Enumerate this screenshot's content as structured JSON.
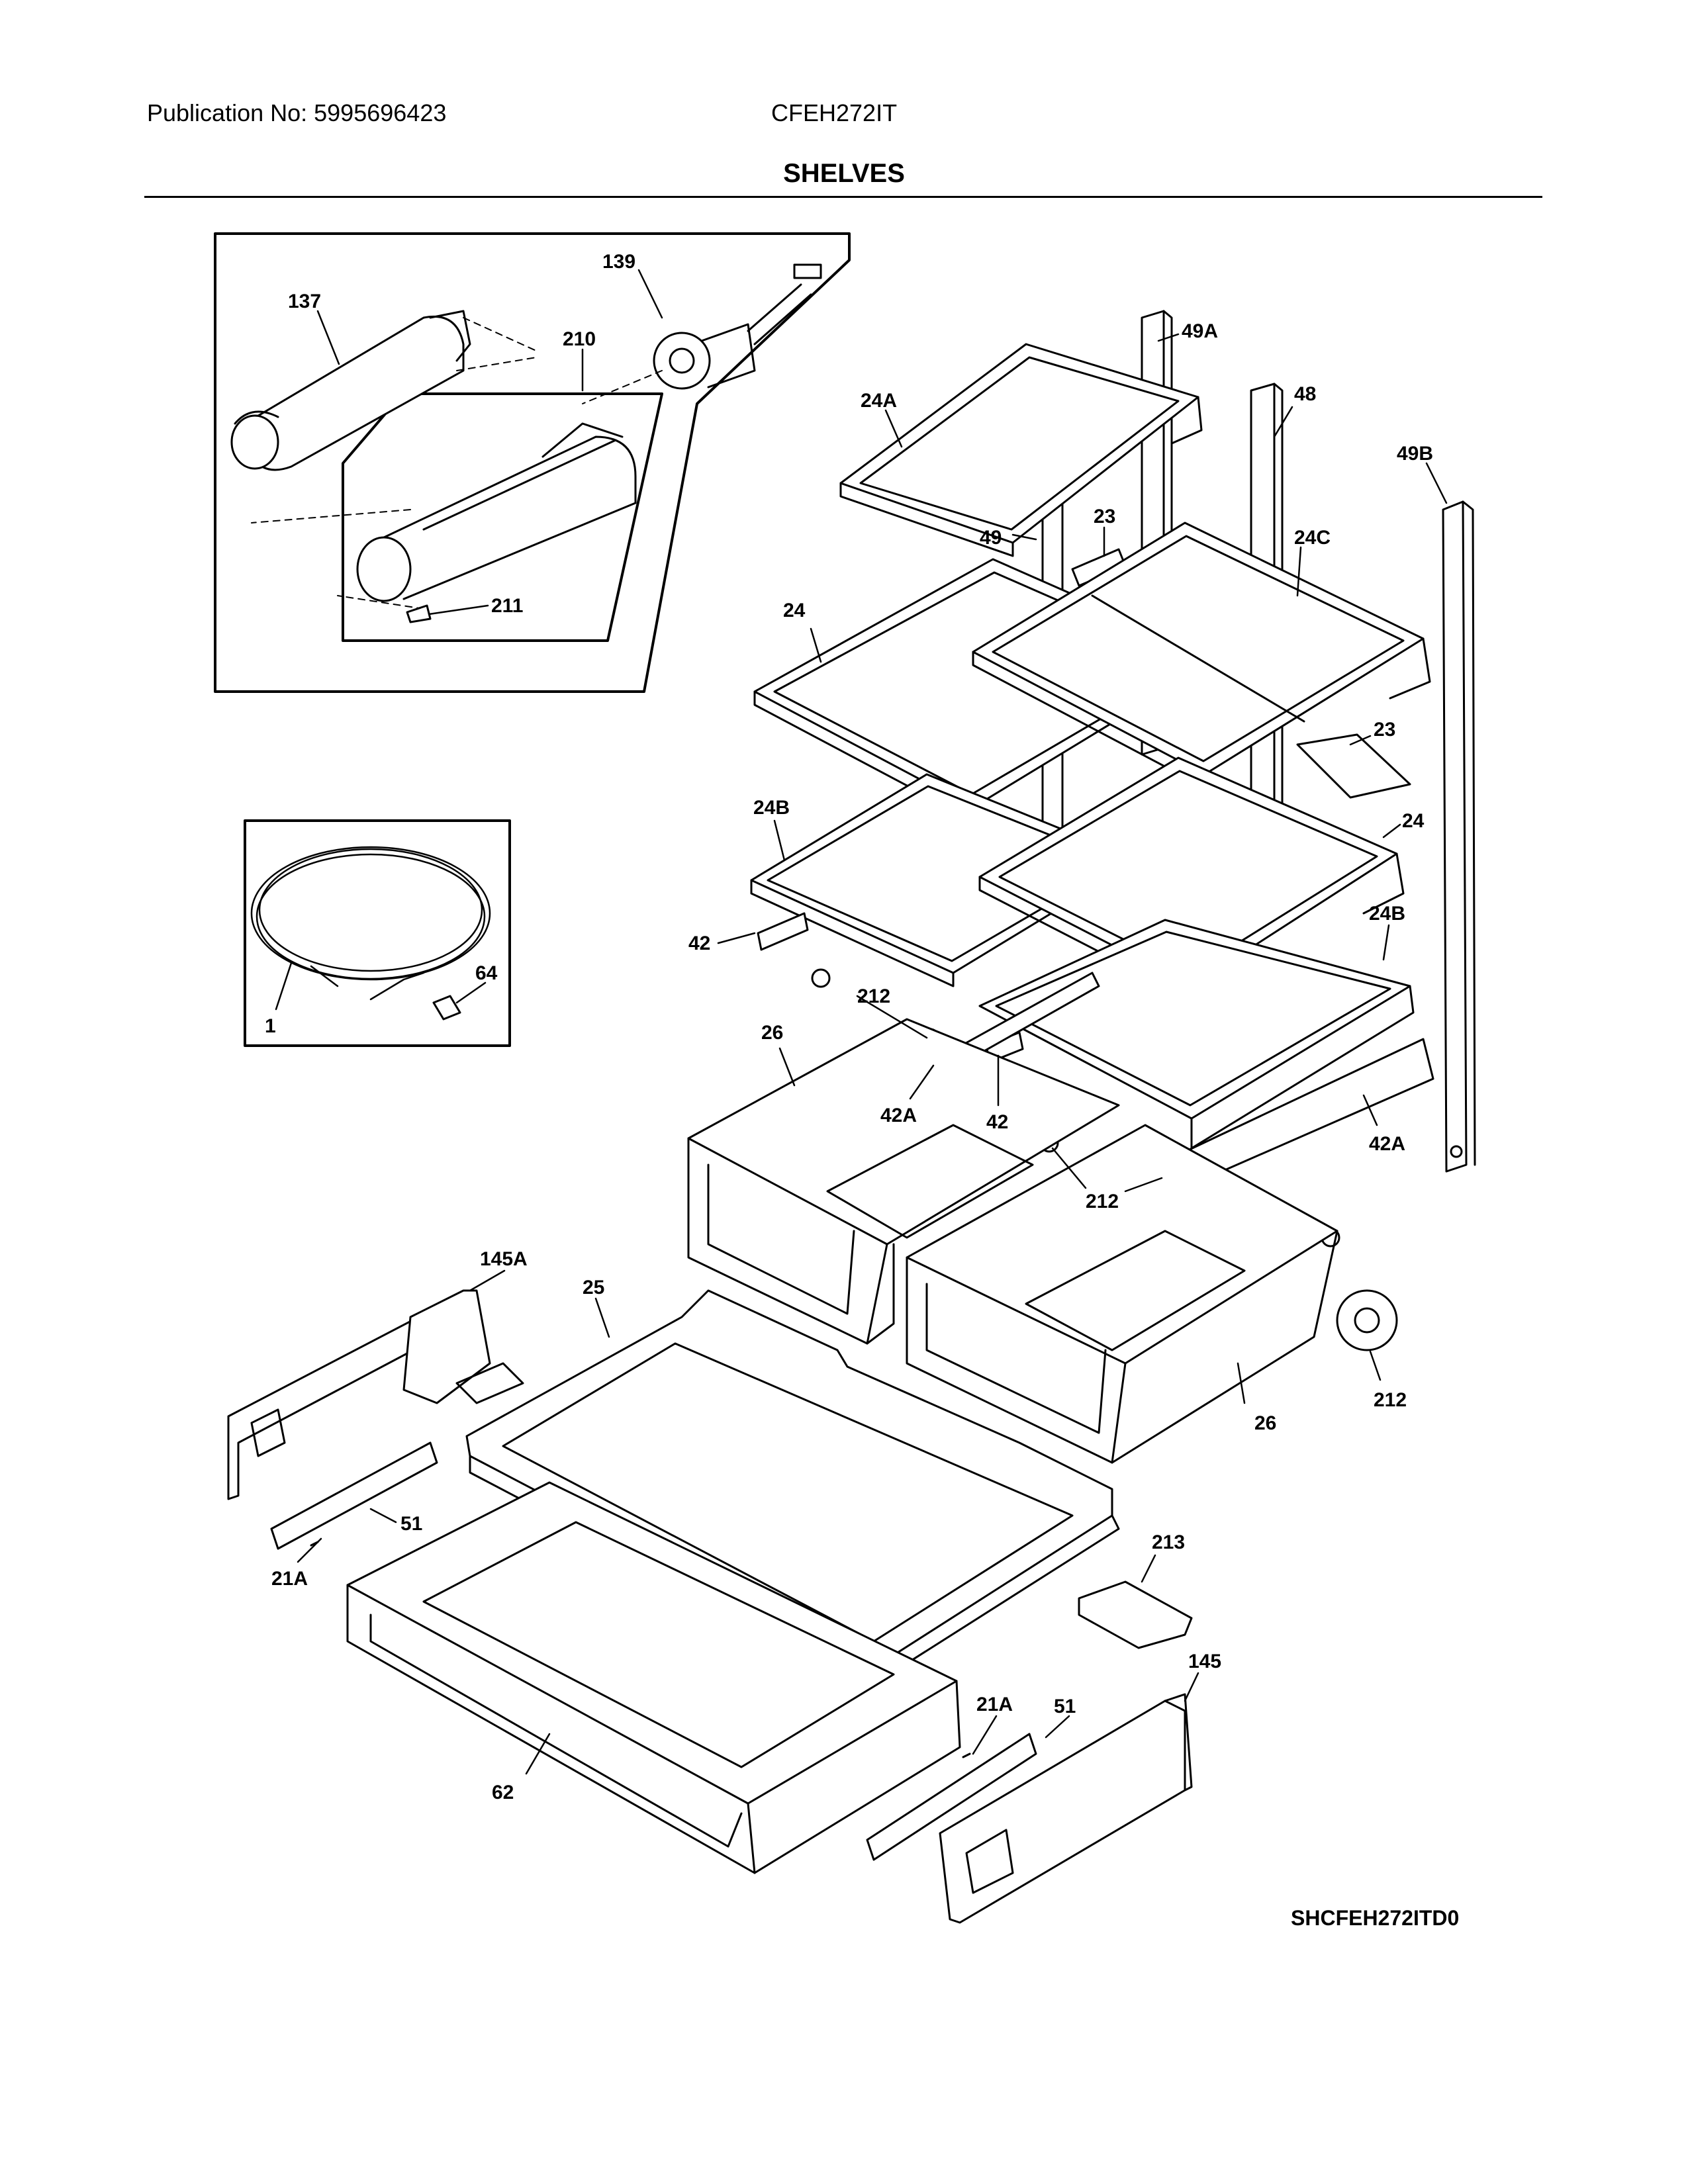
{
  "header": {
    "publication": "Publication No: 5995696423",
    "model": "CFEH272IT",
    "section_title": "SHELVES"
  },
  "labels": {
    "p137": "137",
    "p139": "139",
    "p210": "210",
    "p211": "211",
    "p1": "1",
    "p64": "64",
    "p49A": "49A",
    "p48": "48",
    "p49B": "49B",
    "p24A": "24A",
    "p49": "49",
    "p23a": "23",
    "p24C": "24C",
    "p24a": "24",
    "p23b": "23",
    "p24B_a": "24B",
    "p24b": "24",
    "p24B_b": "24B",
    "p42a": "42",
    "p212a": "212",
    "p26a": "26",
    "p42A_a": "42A",
    "p42b": "42",
    "p42A_b": "42A",
    "p212b": "212",
    "p212c": "212",
    "p145A": "145A",
    "p25": "25",
    "p26b": "26",
    "p51a": "51",
    "p21A_a": "21A",
    "p213": "213",
    "p145": "145",
    "p21A_b": "21A",
    "p51b": "51",
    "p62": "62"
  },
  "diagram_code": "SHCFEH272ITD0"
}
